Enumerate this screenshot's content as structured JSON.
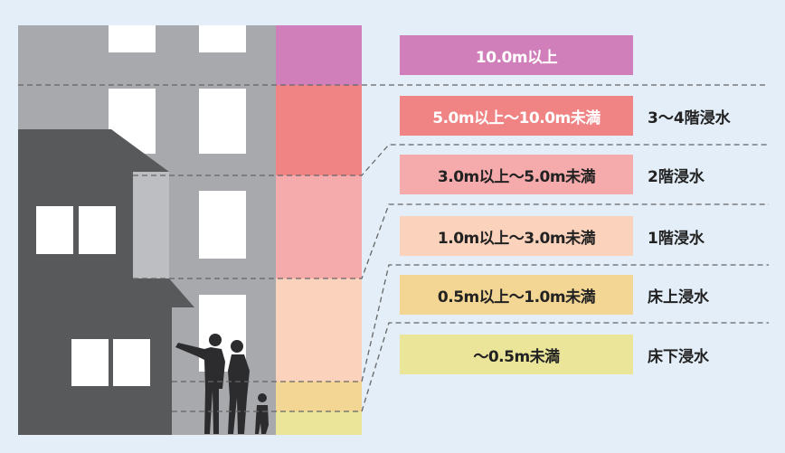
{
  "levels": [
    {
      "range": "10.0m以上",
      "description": "",
      "color": "#d07fba"
    },
    {
      "range": "5.0m以上〜10.0m未満",
      "description": "3〜4階浸水",
      "color": "#f08384"
    },
    {
      "range": "3.0m以上〜5.0m未満",
      "description": "2階浸水",
      "color": "#f5aaab"
    },
    {
      "range": "1.0m以上〜3.0m未満",
      "description": "1階浸水",
      "color": "#fbd2bb"
    },
    {
      "range": "0.5m以上〜1.0m未満",
      "description": "床上浸水",
      "color": "#f3d594"
    },
    {
      "range": "〜0.5m未満",
      "description": "床下浸水",
      "color": "#eae599"
    }
  ],
  "colors": {
    "background": "#e3eef8",
    "building_tall": "#a8a9ad",
    "building_house": "#58595b",
    "dash_line": "#666666"
  },
  "icons": [
    "tall-building-icon",
    "house-icon",
    "family-silhouette-icon"
  ]
}
